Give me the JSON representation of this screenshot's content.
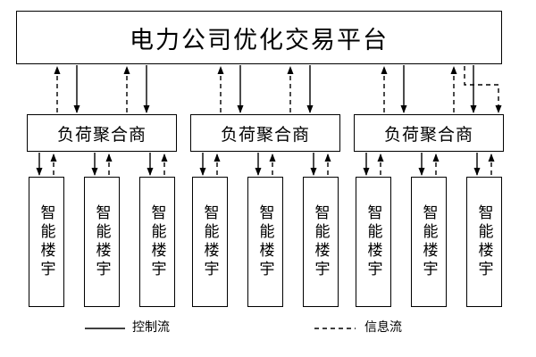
{
  "platform": {
    "title": "电力公司优化交易平台"
  },
  "aggregators": [
    {
      "label": "负荷聚合商"
    },
    {
      "label": "负荷聚合商"
    },
    {
      "label": "负荷聚合商"
    }
  ],
  "buildings": [
    "智能楼宇",
    "智能楼宇",
    "智能楼宇",
    "智能楼宇",
    "智能楼宇",
    "智能楼宇",
    "智能楼宇",
    "智能楼宇",
    "智能楼宇"
  ],
  "legend": {
    "control_label": "控制流",
    "info_label": "信息流"
  },
  "colors": {
    "line": "#000000",
    "background": "#ffffff"
  }
}
